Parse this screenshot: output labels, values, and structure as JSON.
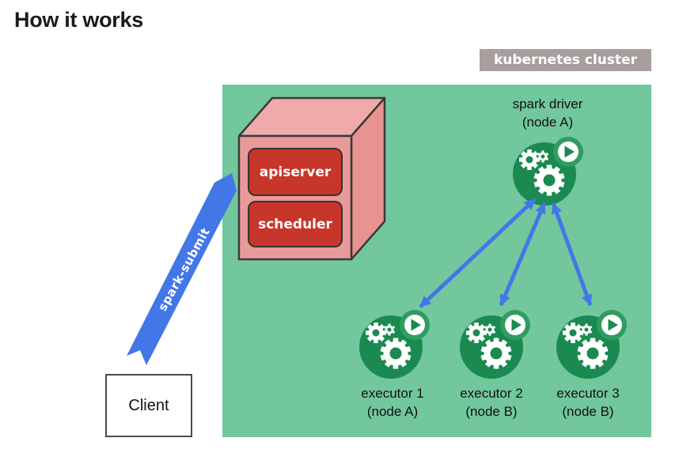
{
  "page": {
    "title": "How it works"
  },
  "cluster": {
    "label": "kubernetes cluster",
    "label_bg": "#a89e9e",
    "panel_bg": "#72c79d"
  },
  "control_plane": {
    "apiserver_label": "apiserver",
    "scheduler_label": "scheduler",
    "red": "#c8352a",
    "pink_front": "#e89a99",
    "pink_top": "#efabaa",
    "pink_side": "#e69392"
  },
  "client": {
    "label": "Client"
  },
  "spark_submit": {
    "label": "spark-submit",
    "arrow_color": "#4377e8"
  },
  "driver": {
    "line1": "spark driver",
    "line2": "(node A)"
  },
  "executors": [
    {
      "line1": "executor 1",
      "line2": "(node A)"
    },
    {
      "line1": "executor 2",
      "line2": "(node B)"
    },
    {
      "line1": "executor 3",
      "line2": "(node B)"
    }
  ],
  "icon": {
    "green_dark": "#1a8a50",
    "green_badge": "#2e9e60"
  }
}
